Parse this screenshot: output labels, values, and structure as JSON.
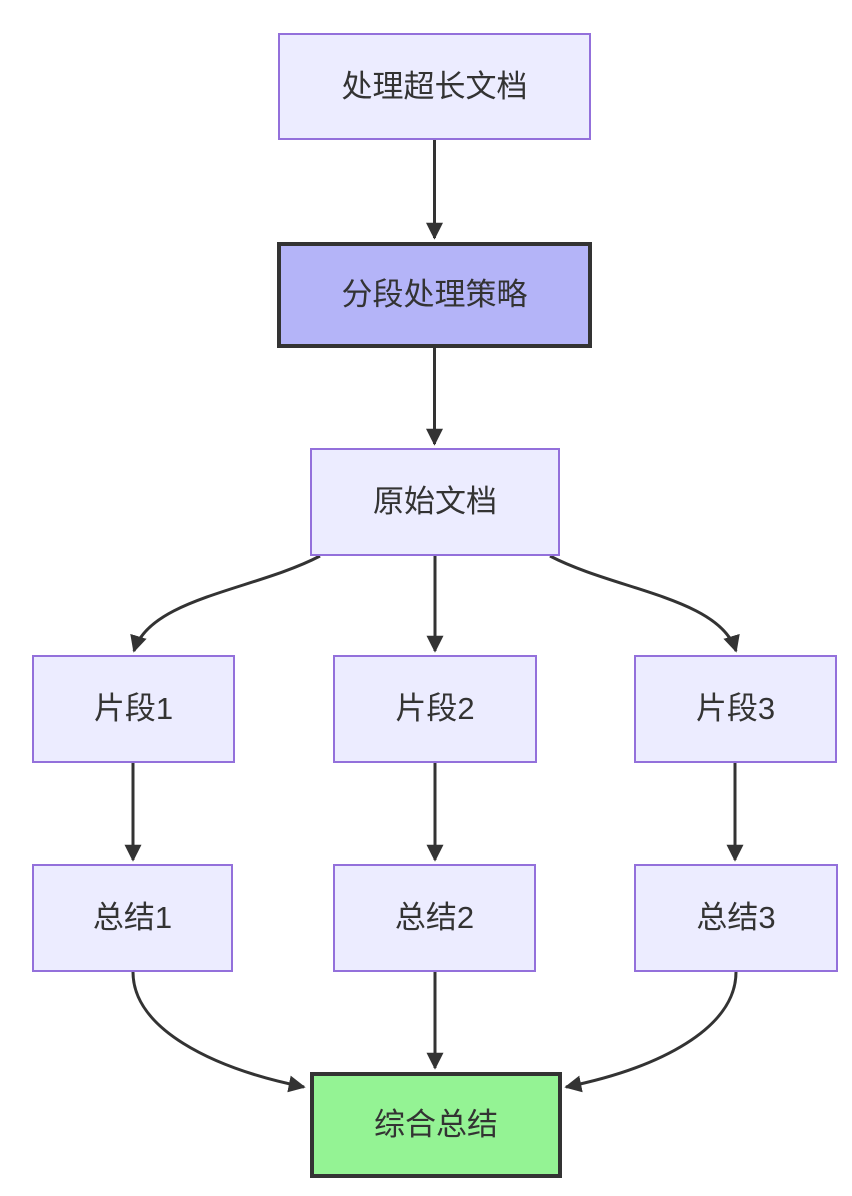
{
  "diagram": {
    "type": "flowchart",
    "direction": "top-down",
    "nodes": [
      {
        "id": "A",
        "label": "处理超长文档",
        "style": "default"
      },
      {
        "id": "B",
        "label": "分段处理策略",
        "style": "emphasis"
      },
      {
        "id": "C",
        "label": "原始文档",
        "style": "default"
      },
      {
        "id": "D1",
        "label": "片段1",
        "style": "default"
      },
      {
        "id": "D2",
        "label": "片段2",
        "style": "default"
      },
      {
        "id": "D3",
        "label": "片段3",
        "style": "default"
      },
      {
        "id": "E1",
        "label": "总结1",
        "style": "default"
      },
      {
        "id": "E2",
        "label": "总结2",
        "style": "default"
      },
      {
        "id": "E3",
        "label": "总结3",
        "style": "default"
      },
      {
        "id": "F",
        "label": "综合总结",
        "style": "result"
      }
    ],
    "edges": [
      {
        "from": "A",
        "to": "B"
      },
      {
        "from": "B",
        "to": "C"
      },
      {
        "from": "C",
        "to": "D1"
      },
      {
        "from": "C",
        "to": "D2"
      },
      {
        "from": "C",
        "to": "D3"
      },
      {
        "from": "D1",
        "to": "E1"
      },
      {
        "from": "D2",
        "to": "E2"
      },
      {
        "from": "D3",
        "to": "E3"
      },
      {
        "from": "E1",
        "to": "F"
      },
      {
        "from": "E2",
        "to": "F"
      },
      {
        "from": "E3",
        "to": "F"
      }
    ],
    "colors": {
      "background": "#ffffff",
      "node_fill": "#ececff",
      "node_border": "#9370db",
      "emphasis_fill": "#b4b4f8",
      "emphasis_border": "#333333",
      "result_fill": "#94f394",
      "result_border": "#333333",
      "edge_stroke": "#333333",
      "text": "#333333"
    }
  }
}
